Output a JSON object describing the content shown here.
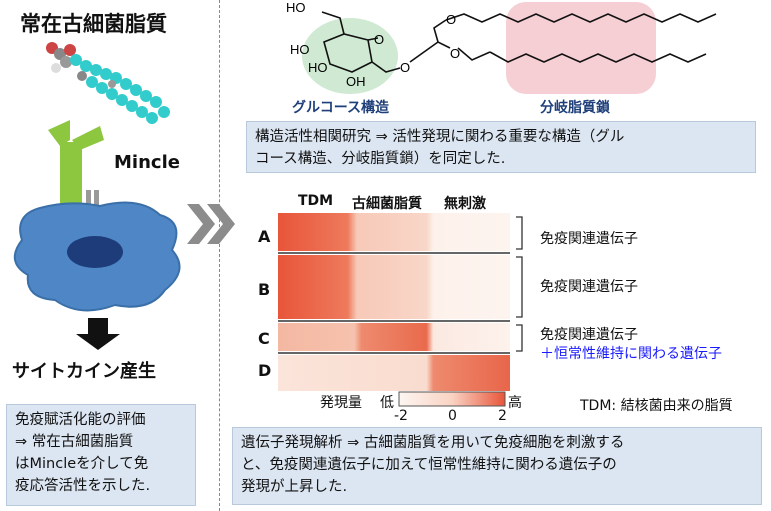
{
  "left": {
    "title": "常在古細菌脂質",
    "mincle_label": "Mincle",
    "cytokine_label": "サイトカイン産生",
    "summary": [
      "免疫賦活化能の評価",
      "⇒ 常在古細菌脂質",
      "はMincleを介して免",
      "疫応答活性を示した."
    ]
  },
  "structure": {
    "glucose_label": "グルコース構造",
    "lipid_label": "分岐脂質鎖",
    "atom_ho1": "HO",
    "atom_ho2": "HO",
    "atom_ho3": "HO",
    "atom_oh": "OH",
    "atom_o1": "O",
    "atom_o2": "O",
    "atom_o3": "O",
    "atom_o4": "O"
  },
  "finding_top": [
    "構造活性相関研究 ⇒ 活性発現に関わる重要な構造（グル",
    "コース構造、分岐脂質鎖）を同定した."
  ],
  "heatmap": {
    "columns": [
      "TDM",
      "古細菌脂質",
      "無刺激"
    ],
    "rows": [
      "A",
      "B",
      "C",
      "D"
    ],
    "groups": [
      "免疫関連遺伝子",
      "免疫関連遺伝子",
      "免疫関連遺伝子",
      "＋恒常性維持に関わる遺伝子"
    ],
    "legend_title": "発現量",
    "legend_low": "低",
    "legend_high": "高",
    "legend_ticks": [
      "-2",
      "0",
      "2"
    ],
    "colors": {
      "high": "#e8553a",
      "mid": "#fbe6dc",
      "low": "#fdf4ef",
      "accent_blue": "#1a1aff"
    }
  },
  "tdm_note": "TDM: 結核菌由来の脂質",
  "finding_bottom": [
    "遺伝子発現解析 ⇒ 古細菌脂質を用いて免疫細胞を刺激する",
    "と、免疫関連遺伝子に加えて恒常性維持に関わる遺伝子の",
    "発現が上昇した."
  ]
}
